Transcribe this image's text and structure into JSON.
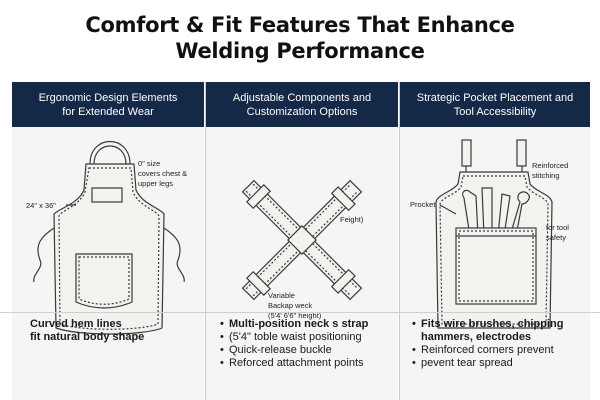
{
  "title": {
    "line1": "Comfort & Fit Features That Enhance",
    "line2": "Welding Performance"
  },
  "panels": [
    {
      "header_line1": "Ergonomic Design Elements",
      "header_line2": "for Extended Wear",
      "labels": {
        "size_line1": "0\" size",
        "size_line2": "covers chest &",
        "size_line3": "upper legs",
        "dimensions": "24\" x 36\""
      },
      "caption": {
        "line1": "Curved hem lines",
        "line2": "fit natural body shape"
      }
    },
    {
      "header_line1": "Adjustable Components and",
      "header_line2": "Customization Options",
      "labels": {
        "height": "Feight)",
        "variable_line1": "Variable",
        "variable_line2": "Backap weck",
        "variable_line3": "(5'4' 6'6\" height)"
      },
      "bullets": [
        {
          "text": "Multi-position neck s strap",
          "bold": true
        },
        {
          "text": "(5'4\" toble waist positioning",
          "bold": false
        },
        {
          "text": "Quick-release buckle",
          "bold": false
        },
        {
          "text": "Reforced attachment points",
          "bold": false
        }
      ]
    },
    {
      "header_line1": "Strategic Pocket Placement and",
      "header_line2": "Tool Accessibility",
      "labels": {
        "reinforced_line1": "Reinforced",
        "reinforced_line2": "stitching",
        "pocket": "Procket",
        "tool_line1": "for tool",
        "tool_line2": "safety"
      },
      "bullets": [
        {
          "text": "Fits wire brushes, chipping",
          "bold": true
        },
        {
          "text": "hammers, electrodes",
          "bold": true,
          "continuation": true
        },
        {
          "text": "Reinforced corners prevent",
          "bold": false
        },
        {
          "text": "pevent tear spread",
          "bold": false
        }
      ]
    }
  ],
  "colors": {
    "header_bg": "#142848",
    "panel_bg": "#f5f5f3",
    "line": "#3a3a3a"
  }
}
